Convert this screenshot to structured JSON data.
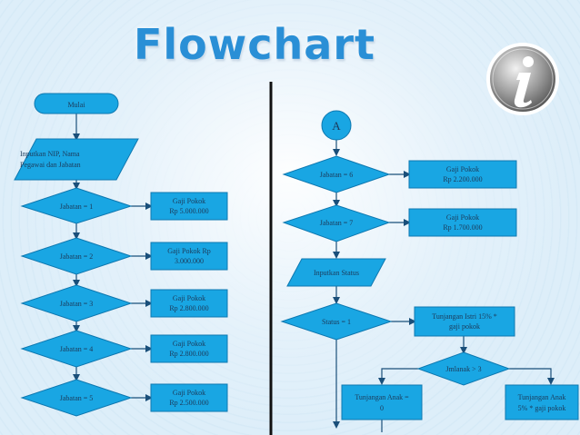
{
  "title": "Flowchart",
  "icon": "info-icon",
  "colors": {
    "shape_fill": "#19a6e3",
    "shape_stroke": "#0e78b0",
    "line": "#1a4f7a",
    "divider": "#111111",
    "title": "#2a8fd6"
  },
  "left": {
    "mulai": "Mulai",
    "input_1": "Inputkan NIP, Nama",
    "input_2": "Pegawai dan Jabatan",
    "decisions": [
      "Jabatan = 1",
      "Jabatan = 2",
      "Jabatan = 3",
      "Jabatan = 4",
      "Jabatan = 5"
    ],
    "outputs": [
      [
        "Gaji Pokok",
        "Rp 5.000.000"
      ],
      [
        "Gaji Pokok Rp",
        "3.000.000"
      ],
      [
        "Gaji Pokok",
        "Rp 2.800.000"
      ],
      [
        "Gaji Pokok",
        "Rp 2.800.000"
      ],
      [
        "Gaji Pokok",
        "Rp 2.500.000"
      ]
    ]
  },
  "right": {
    "connector": "A",
    "decisions": [
      "Jabatan = 6",
      "Jabatan = 7"
    ],
    "outputs": [
      [
        "Gaji Pokok",
        "Rp 2.200.000"
      ],
      [
        "Gaji Pokok",
        "Rp 1.700.000"
      ]
    ],
    "input_status": "Inputkan Status",
    "status_decision": "Status = 1",
    "tunjangan_istri": [
      "Tunjangan Istri 15% *",
      "gaji pokok"
    ],
    "jmlanak_decision": "Jmlanak > 3",
    "tunjangan_anak_0": [
      "Tunjangan Anak =",
      "0"
    ],
    "tunjangan_anak_5": [
      "Tunjangan Anak",
      "5% * gaji pokok"
    ]
  }
}
